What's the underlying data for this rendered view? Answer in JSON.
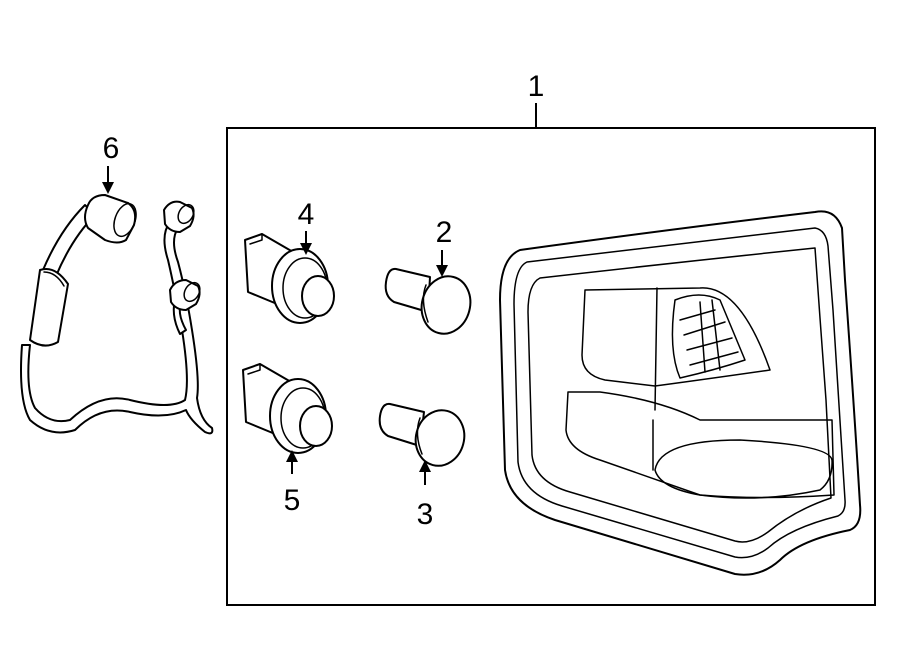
{
  "callouts": {
    "part_1": "1",
    "part_2": "2",
    "part_3": "3",
    "part_4": "4",
    "part_5": "5",
    "part_6": "6"
  },
  "colors": {
    "line": "#000000",
    "background": "#ffffff"
  }
}
